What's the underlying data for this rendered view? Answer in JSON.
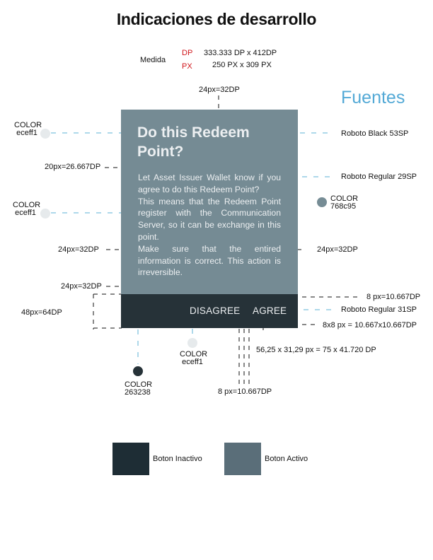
{
  "title": "Indicaciones de desarrollo",
  "medida": {
    "label": "Medida",
    "dp_label": "DP",
    "dp_value": "333.333 DP x 412DP",
    "px_label": "PX",
    "px_value": "250 PX x 309 PX"
  },
  "fuentes_label": "Fuentes",
  "dialog": {
    "title": "Do this Redeem Point?",
    "body": [
      "Let Asset Issuer Wallet know if you agree to do this Redeem Point?",
      "This means that the Redeem Point register with the Communication Server, so it can be exchange in this point.",
      "Make sure that the entired information is correct. This action is irreversible."
    ],
    "disagree_label": "DISAGREE",
    "agree_label": "AGREE",
    "background_color": "#758b94",
    "button_bar_color": "#263238",
    "text_color": "#eceff1"
  },
  "annotations": {
    "top_padding": "24px=32DP",
    "title_body_gap": "20px=26.667DP",
    "left_padding": "24px=32DP",
    "right_padding": "24px=32DP",
    "body_bottom_padding": "24px=32DP",
    "button_bar_height": "48px=64DP",
    "button_gap": "8 px=10.667DP",
    "button_right": "8 px=10.667DP",
    "button_corner": "8x8 px = 10.667x10.667DP",
    "button_size": "56,25 x 31,29 px = 75 x 41.720 DP",
    "font_title": "Roboto Black 53SP",
    "font_body": "Roboto Regular 29SP",
    "font_button": "Roboto Regular 31SP"
  },
  "colors": [
    {
      "label": "COLOR",
      "value": "eceff1",
      "hex": "#eceff1"
    },
    {
      "label": "COLOR",
      "value": "eceff1",
      "hex": "#eceff1"
    },
    {
      "label": "COLOR",
      "value": "768c95",
      "hex": "#768c95"
    },
    {
      "label": "COLOR",
      "value": "263238",
      "hex": "#263238"
    },
    {
      "label": "COLOR",
      "value": "eceff1",
      "hex": "#eceff1"
    }
  ],
  "legend": {
    "inactive_label": "Boton Inactivo",
    "inactive_color": "#1e2d35",
    "active_label": "Boton Activo",
    "active_color": "#5a6e79"
  }
}
